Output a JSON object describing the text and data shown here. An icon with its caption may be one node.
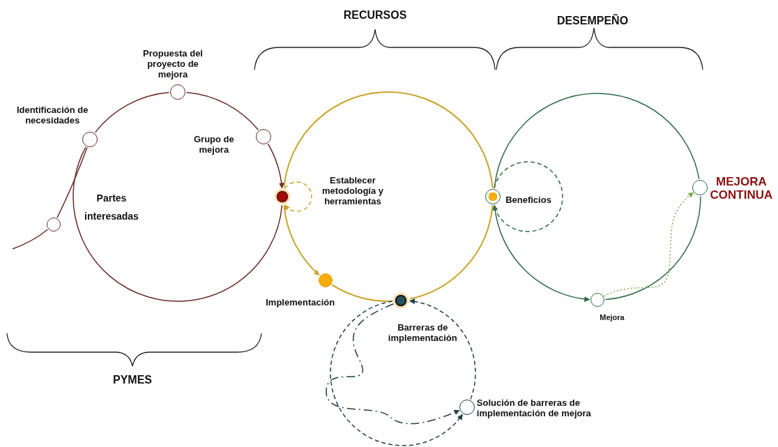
{
  "diagram": {
    "nodes": [
      {
        "text": [],
        "shape": "circle"
      },
      {
        "text": [
          "Identificación de necesidades"
        ]
      },
      {
        "text": [
          "Propuesta del proyecto de mejora"
        ]
      },
      {
        "text": [
          "Grupo de mejora"
        ]
      },
      {
        "text": [
          "Establecer metodología y herramientas"
        ]
      },
      {
        "text": [
          "Implementación"
        ]
      },
      {
        "text": [
          "Barreras de implementación"
        ]
      },
      {
        "text": [
          "Solución de barreras de implementación de mejora"
        ]
      },
      {
        "text": [
          "Beneficios"
        ]
      },
      {
        "text": [
          "Mejora"
        ]
      },
      {
        "text": [
          "MEJORA CONTINUA"
        ]
      }
    ],
    "edges": [
      {
        "from": null,
        "to": 0,
        "arrow": "none",
        "color": "#6b2a2a"
      },
      {
        "from": 0,
        "to": 1,
        "arrow": "none",
        "color": "#6b2a2a"
      },
      {
        "from": 1,
        "to": 2,
        "arrow": "none",
        "color": "#6b2a2a"
      },
      {
        "from": 2,
        "to": 3,
        "arrow": "none",
        "color": "#6b2a2a"
      },
      {
        "from": 3,
        "to": 4,
        "arrow": "to",
        "color": "#6b2a2a"
      },
      {
        "from": 4,
        "to": 4,
        "arrow": "to",
        "style": "dashed",
        "color": "#c9a227"
      },
      {
        "from": 4,
        "to": 1,
        "arrow": "none",
        "color": "#6b2a2a"
      },
      {
        "from": 4,
        "to": 5,
        "arrow": "to",
        "color": "#c9a227"
      },
      {
        "from": 5,
        "to": 6,
        "arrow": "none",
        "color": "#c9a227"
      },
      {
        "from": 6,
        "to": 8,
        "arrow": "none",
        "color": "#c9a227"
      },
      {
        "from": 8,
        "to": 4,
        "arrow": "none",
        "color": "#c9a227"
      },
      {
        "from": 6,
        "to": 7,
        "arrow": "to",
        "style": "dashed",
        "color": "#1f3f48"
      },
      {
        "from": 6,
        "to": 7,
        "arrow": "to",
        "style": "dashed",
        "color": "#1f3f48"
      },
      {
        "from": 7,
        "to": 6,
        "arrow": "to",
        "style": "dashed",
        "color": "#1f3f48"
      },
      {
        "from": 8,
        "to": 8,
        "arrow": "to",
        "style": "dashed",
        "color": "#2e6b45"
      },
      {
        "from": 8,
        "to": 9,
        "arrow": "to",
        "color": "#2e6b45"
      },
      {
        "from": 9,
        "to": 10,
        "arrow": "none",
        "color": "#2e6b45"
      },
      {
        "from": 10,
        "to": 8,
        "arrow": "none",
        "color": "#2e6b45"
      },
      {
        "from": 9,
        "to": 10,
        "arrow": "to",
        "style": "dashed",
        "color": "#7cab45"
      }
    ],
    "labels": [
      "RECURSOS",
      "DESEMPEÑO",
      "Partes interesadas",
      "PYMES"
    ]
  }
}
